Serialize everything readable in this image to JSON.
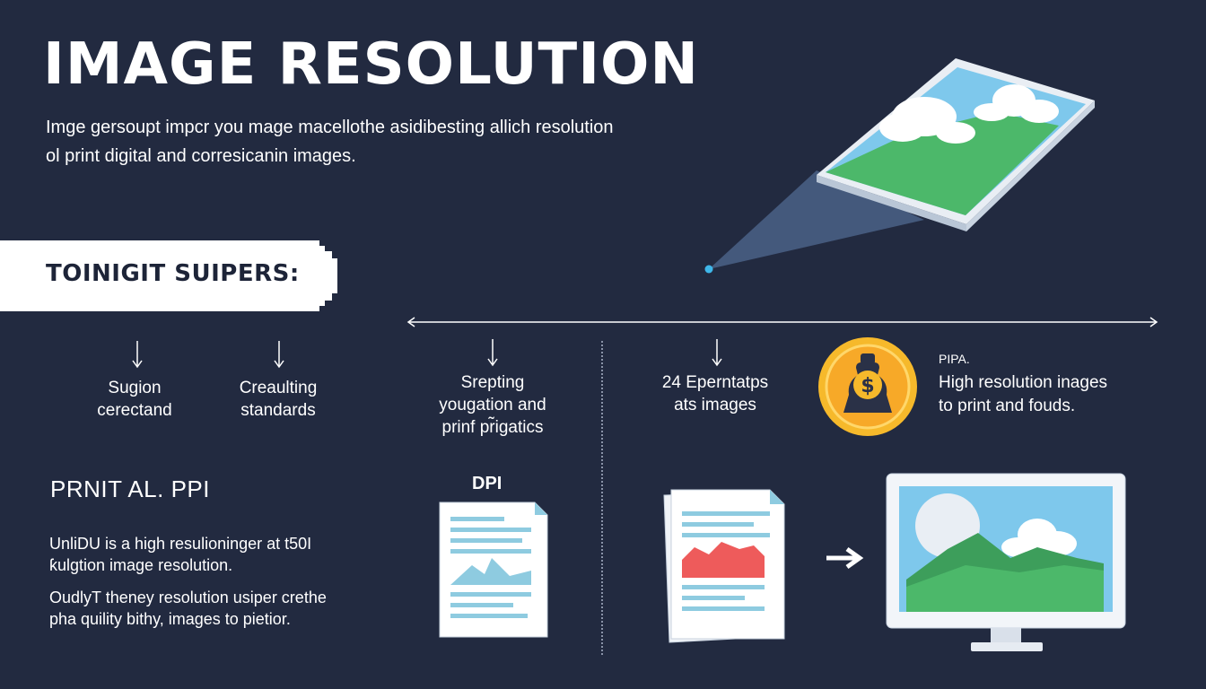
{
  "header": {
    "title": "IMAGE RESOLUTION",
    "subtitle": "Imge gersoupt impcr you mage macellothe asidibesting allich resolution ol print digital and corresicanin images."
  },
  "banner": {
    "label": "TOINIGIT SUIPERS:"
  },
  "steps": [
    {
      "label_line1": "Sugion",
      "label_line2": "cerectand"
    },
    {
      "label_line1": "Creaulting",
      "label_line2": "standards"
    },
    {
      "label_line1": "Srepting",
      "label_line2": "yougation and",
      "label_line3": "prinf pr̃igatics"
    },
    {
      "label_line1": "24 Eperntatps",
      "label_line2": "ats images"
    }
  ],
  "coin_note": {
    "tag": "PIPA.",
    "line1": "High resolution inages",
    "line2": "to print and fouds.",
    "symbol": "$"
  },
  "print_section": {
    "heading": "PRNIT AL. PPI",
    "para1": "UnliDU is a high resulioninger at t50I ƙulgtion image resolution.",
    "para2": "OudlyT theney resolution usiper crethe pha quility bithy, images to pietior."
  },
  "dpi": {
    "label": "DPI"
  },
  "colors": {
    "background": "#222a40",
    "sky": "#7ec8ec",
    "grass": "#4cb86a",
    "coin": "#f6b92b",
    "chart_red": "#ee5b5b",
    "doc_blue": "#8ecbe0"
  },
  "icons": [
    "double-arrow-line",
    "down-arrow-icon",
    "coin-money-bag-icon",
    "document-icon",
    "right-arrow-icon",
    "monitor-icon",
    "floating-photo-icon"
  ]
}
